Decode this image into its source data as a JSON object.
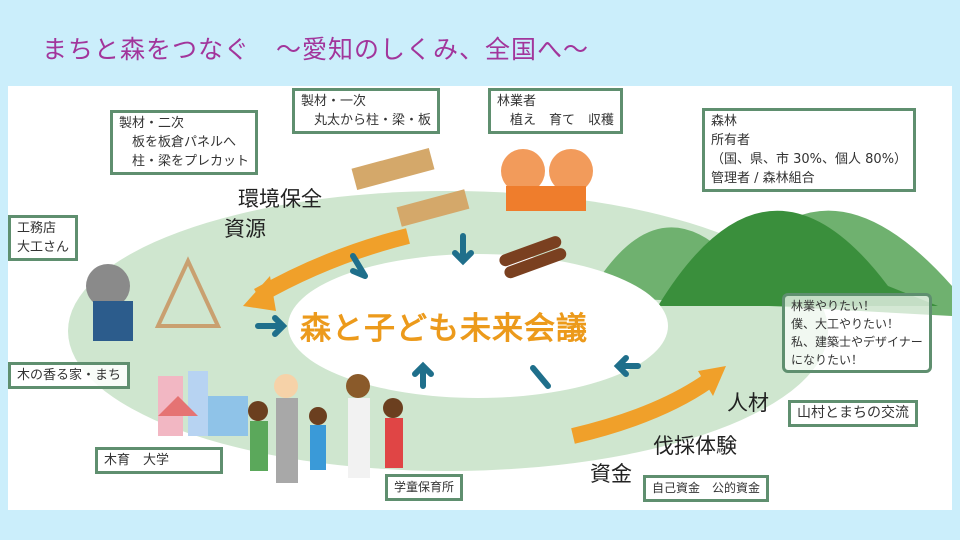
{
  "title": "まちと森をつなぐ　～愛知のしくみ、全国へ～",
  "center_label": "森と子ども未来会議",
  "boxes": {
    "sawmill_secondary": "製材・二次\n　板を板倉パネルへ\n　柱・梁をプレカット",
    "sawmill_primary": "製材・一次\n　丸太から柱・梁・板",
    "foresters": "林業者\n　植え　育て　収穫",
    "forest": "森林\n所有者\n（国、県、市 30%、個人 80%）\n管理者 / 森林組合",
    "builder": "工務店\n大工さん",
    "wood_house": "木の香る家・まち",
    "education": "木育　大学",
    "childcare": "学童保育所",
    "speech": "林業やりたい！\n僕、大工やりたい！\n私、建築士やデザイナー\nになりたい！",
    "exchange": "山村とまちの交流",
    "funds_detail": "自己資金　公的資金"
  },
  "labels": {
    "environment": "環境保全",
    "resources": "資源",
    "human": "人材",
    "logging": "伐採体験",
    "funds": "資金"
  },
  "colors": {
    "title": "#a2359b",
    "accent": "#ec9a1b",
    "box_border": "#5f8f6f",
    "arrow_teal": "#1f6f8b"
  }
}
